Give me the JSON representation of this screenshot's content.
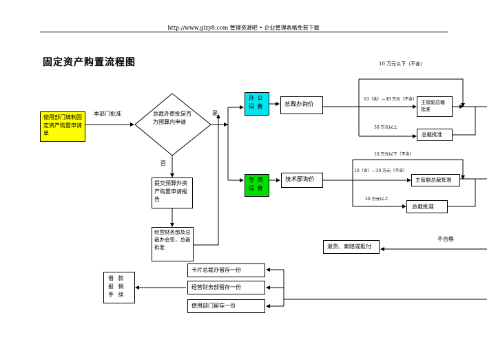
{
  "header": {
    "text": "http://www.glzy8.com  管理资源吧 • 企业管理表格免费下载"
  },
  "title": "固定资产购置流程图",
  "colors": {
    "yellow": "#ffff00",
    "cyan": "#00e5ee",
    "green": "#00dd00",
    "line": "#000000"
  },
  "nodes": {
    "start": "使用部门填制固定资产购置申请单",
    "dept_approve": "本部门批准",
    "decision": "总裁办审批是否为预算内申请",
    "yes": "是",
    "no": "否",
    "extra_budget": "提交预算外资产购置申请报告",
    "finance_sign": "经营财务部及总裁办会签，总裁批准",
    "office_equipment": "办 公 设 备",
    "special_equipment": "专 用 设 备",
    "office_inquiry": "总裁办询价",
    "tech_inquiry": "技术部询价",
    "vp_approve_upper": "主管副总裁批准",
    "president_approve_upper": "总裁批准",
    "vp_approve_lower": "主管副总裁批准",
    "president_approve_lower": "总裁批准",
    "return_box": "退货、索赔或拒付",
    "unqualified": "不合格",
    "card_copy": "卡片总裁办留存一份",
    "finance_copy": "经营财务部留存一份",
    "user_copy": "使用部门留存一份",
    "loan_reimburse": "借 款 报 销 手 续"
  },
  "thresholds": {
    "upper_below": "10 万元以下（不含）",
    "upper_range": "10（含）—30 万元（不含）",
    "upper_above": "30 万元以上",
    "lower_below": "10 万元以下（不含）",
    "lower_range": "10（含）—30 万元（不含）",
    "lower_above": "30 万元以上"
  }
}
